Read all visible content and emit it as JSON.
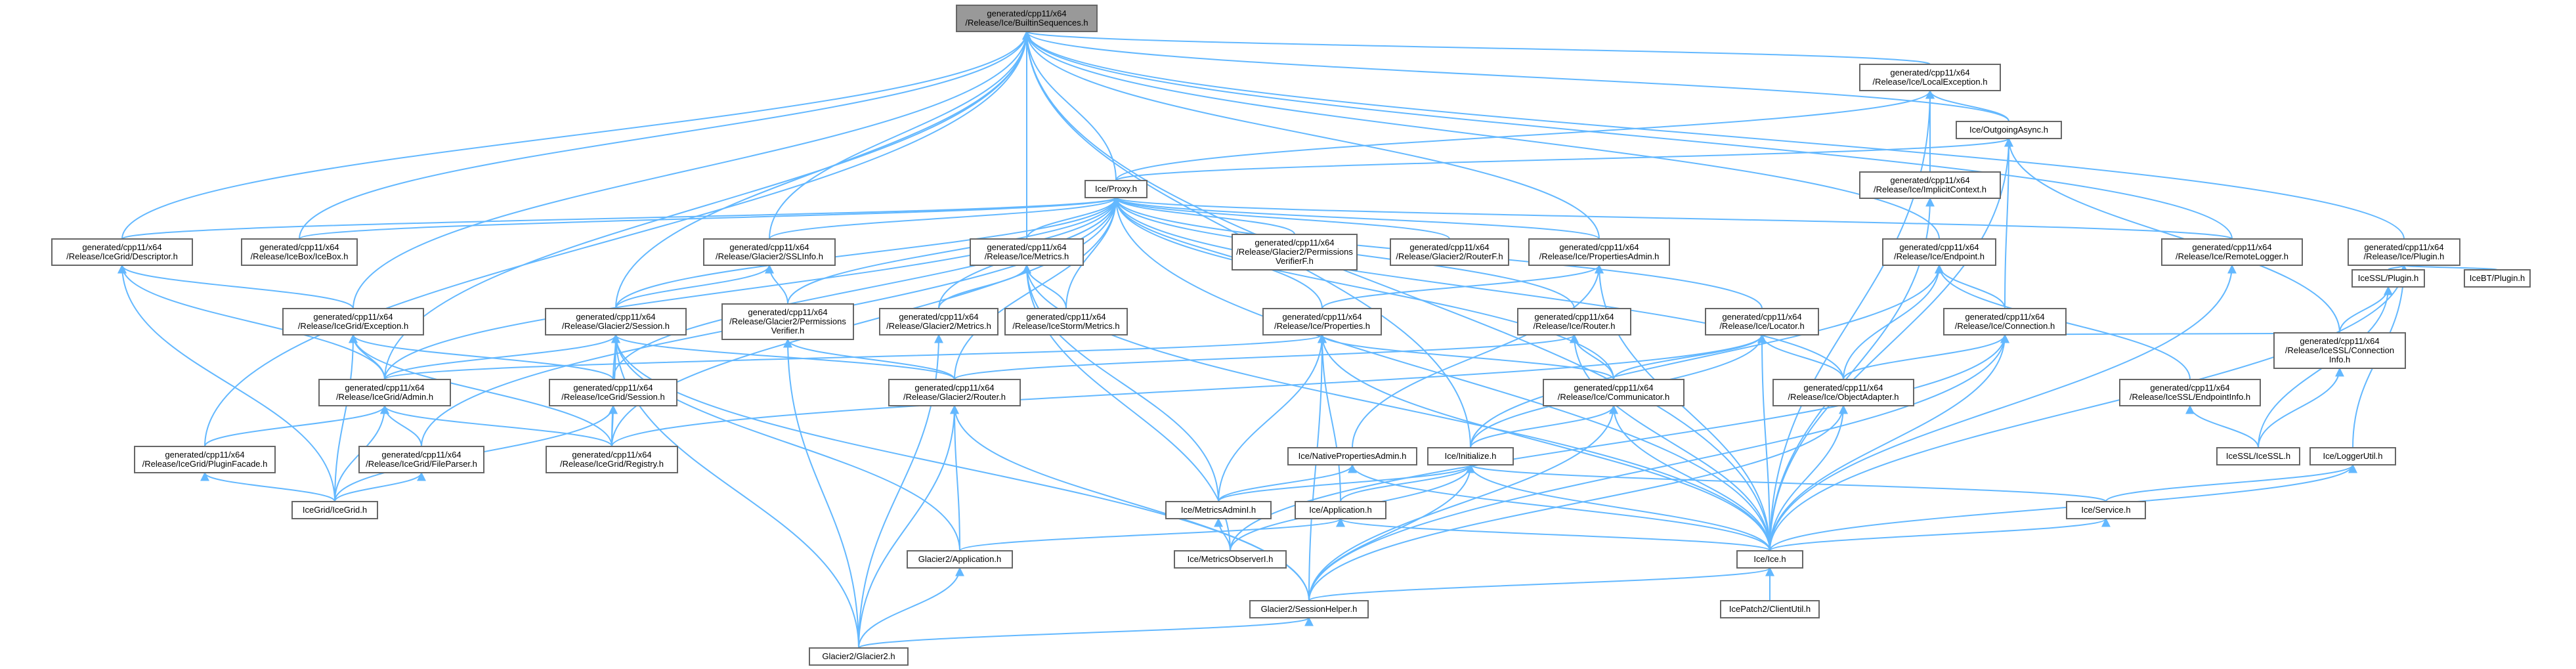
{
  "colors": {
    "edge": "#63b8ff",
    "node_fill": "#ffffff",
    "node_stroke": "#666666",
    "root_fill": "#999999",
    "red_stroke": "#ff0000",
    "red_text": "#000000"
  },
  "nodes": {
    "root": {
      "lines": [
        "generated/cpp11/x64",
        "/Release/Ice/BuiltinSequences.h"
      ],
      "kind": "root"
    },
    "localexception": {
      "lines": [
        "generated/cpp11/x64",
        "/Release/Ice/LocalException.h"
      ]
    },
    "outgoingasync": {
      "lines": [
        "Ice/OutgoingAsync.h"
      ]
    },
    "implicitcontext": {
      "lines": [
        "generated/cpp11/x64",
        "/Release/Ice/ImplicitContext.h"
      ]
    },
    "proxy": {
      "lines": [
        "Ice/Proxy.h"
      ],
      "kind": "red"
    },
    "icegriddescriptor": {
      "lines": [
        "generated/cpp11/x64",
        "/Release/IceGrid/Descriptor.h"
      ]
    },
    "iceboxicebox": {
      "lines": [
        "generated/cpp11/x64",
        "/Release/IceBox/IceBox.h"
      ]
    },
    "glacier2sslinfo": {
      "lines": [
        "generated/cpp11/x64",
        "/Release/Glacier2/SSLInfo.h"
      ]
    },
    "icemetrics": {
      "lines": [
        "generated/cpp11/x64",
        "/Release/Ice/Metrics.h"
      ]
    },
    "glacier2permverifierf": {
      "lines": [
        "generated/cpp11/x64",
        "/Release/Glacier2/Permissions",
        "VerifierF.h"
      ]
    },
    "glacier2routerf": {
      "lines": [
        "generated/cpp11/x64",
        "/Release/Glacier2/RouterF.h"
      ]
    },
    "icepropertiesadmin": {
      "lines": [
        "generated/cpp11/x64",
        "/Release/Ice/PropertiesAdmin.h"
      ]
    },
    "iceendpoint": {
      "lines": [
        "generated/cpp11/x64",
        "/Release/Ice/Endpoint.h"
      ]
    },
    "iceremotelogger": {
      "lines": [
        "generated/cpp11/x64",
        "/Release/Ice/RemoteLogger.h"
      ]
    },
    "iceplugin": {
      "lines": [
        "generated/cpp11/x64",
        "/Release/Ice/Plugin.h"
      ]
    },
    "icegridexception": {
      "lines": [
        "generated/cpp11/x64",
        "/Release/IceGrid/Exception.h"
      ]
    },
    "glacier2session": {
      "lines": [
        "generated/cpp11/x64",
        "/Release/Glacier2/Session.h"
      ]
    },
    "glacier2permverifier": {
      "lines": [
        "generated/cpp11/x64",
        "/Release/Glacier2/Permissions",
        "Verifier.h"
      ]
    },
    "glacier2metrics": {
      "lines": [
        "generated/cpp11/x64",
        "/Release/Glacier2/Metrics.h"
      ]
    },
    "icestormmetrics": {
      "lines": [
        "generated/cpp11/x64",
        "/Release/IceStorm/Metrics.h"
      ],
      "kind": "red"
    },
    "iceproperties": {
      "lines": [
        "generated/cpp11/x64",
        "/Release/Ice/Properties.h"
      ]
    },
    "icerouter": {
      "lines": [
        "generated/cpp11/x64",
        "/Release/Ice/Router.h"
      ]
    },
    "icelocator": {
      "lines": [
        "generated/cpp11/x64",
        "/Release/Ice/Locator.h"
      ],
      "kind": "red"
    },
    "iceconnection": {
      "lines": [
        "generated/cpp11/x64",
        "/Release/Ice/Connection.h"
      ]
    },
    "icesslplugin": {
      "lines": [
        "IceSSL/Plugin.h"
      ],
      "kind": "red"
    },
    "icebtplugin": {
      "lines": [
        "IceBT/Plugin.h"
      ],
      "kind": "red"
    },
    "icegridadmin": {
      "lines": [
        "generated/cpp11/x64",
        "/Release/IceGrid/Admin.h"
      ]
    },
    "icegridsession": {
      "lines": [
        "generated/cpp11/x64",
        "/Release/IceGrid/Session.h"
      ]
    },
    "glacier2router": {
      "lines": [
        "generated/cpp11/x64",
        "/Release/Glacier2/Router.h"
      ]
    },
    "icecommunicator": {
      "lines": [
        "generated/cpp11/x64",
        "/Release/Ice/Communicator.h"
      ]
    },
    "iceobjectadapter": {
      "lines": [
        "generated/cpp11/x64",
        "/Release/Ice/ObjectAdapter.h"
      ]
    },
    "icesslendpointinfo": {
      "lines": [
        "generated/cpp11/x64",
        "/Release/IceSSL/EndpointInfo.h"
      ]
    },
    "icesslconnectioninfo": {
      "lines": [
        "generated/cpp11/x64",
        "/Release/IceSSL/Connection",
        "Info.h"
      ]
    },
    "icegridpluginfacade": {
      "lines": [
        "generated/cpp11/x64",
        "/Release/IceGrid/PluginFacade.h"
      ]
    },
    "icegridfileparser": {
      "lines": [
        "generated/cpp11/x64",
        "/Release/IceGrid/FileParser.h"
      ]
    },
    "icegridregistry": {
      "lines": [
        "generated/cpp11/x64",
        "/Release/IceGrid/Registry.h"
      ]
    },
    "nativepropertiesadmin": {
      "lines": [
        "Ice/NativePropertiesAdmin.h"
      ]
    },
    "initialize": {
      "lines": [
        "Ice/Initialize.h"
      ]
    },
    "icessl": {
      "lines": [
        "IceSSL/IceSSL.h"
      ]
    },
    "loggerutil": {
      "lines": [
        "Ice/LoggerUtil.h"
      ]
    },
    "icegridicegrid": {
      "lines": [
        "IceGrid/IceGrid.h"
      ]
    },
    "metricsadmini": {
      "lines": [
        "Ice/MetricsAdminI.h"
      ]
    },
    "application": {
      "lines": [
        "Ice/Application.h"
      ]
    },
    "service": {
      "lines": [
        "Ice/Service.h"
      ]
    },
    "glacier2application": {
      "lines": [
        "Glacier2/Application.h"
      ]
    },
    "metricsobserveri": {
      "lines": [
        "Ice/MetricsObserverI.h"
      ]
    },
    "iceice": {
      "lines": [
        "Ice/Ice.h"
      ]
    },
    "sessionhelper": {
      "lines": [
        "Glacier2/SessionHelper.h"
      ]
    },
    "icepatch2clientutil": {
      "lines": [
        "IcePatch2/ClientUtil.h"
      ],
      "kind": "red"
    },
    "glacier2glacier2": {
      "lines": [
        "Glacier2/Glacier2.h"
      ]
    }
  }
}
